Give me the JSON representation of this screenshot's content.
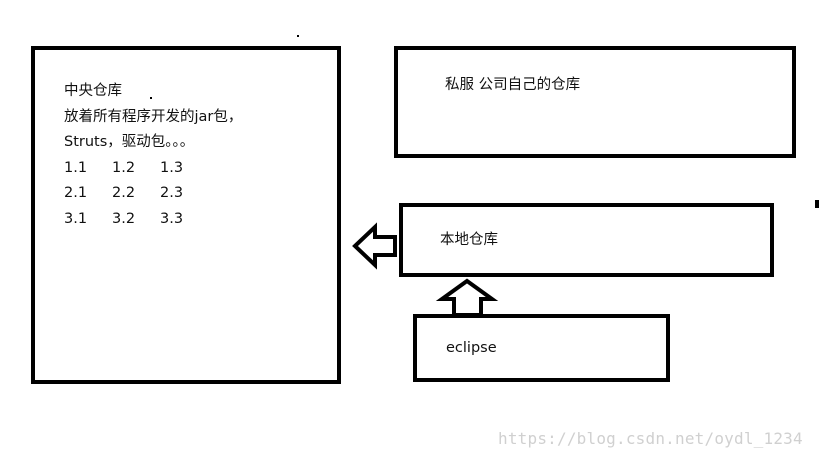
{
  "central_repo": {
    "title": "中央仓库",
    "line_2": "放着所有程序开发的jar包，",
    "line_3": "Struts，驱动包。。。",
    "versions": [
      [
        "1.1",
        "1.2",
        "1.3"
      ],
      [
        "2.1",
        "2.2",
        "2.3"
      ],
      [
        "3.1",
        "3.2",
        "3.3"
      ]
    ]
  },
  "private_repo": {
    "label": "私服 公司自己的仓库"
  },
  "local_repo": {
    "label": "本地仓库"
  },
  "eclipse": {
    "label": "eclipse"
  },
  "watermark": {
    "text": "https://blog.csdn.net/oydl_1234"
  }
}
